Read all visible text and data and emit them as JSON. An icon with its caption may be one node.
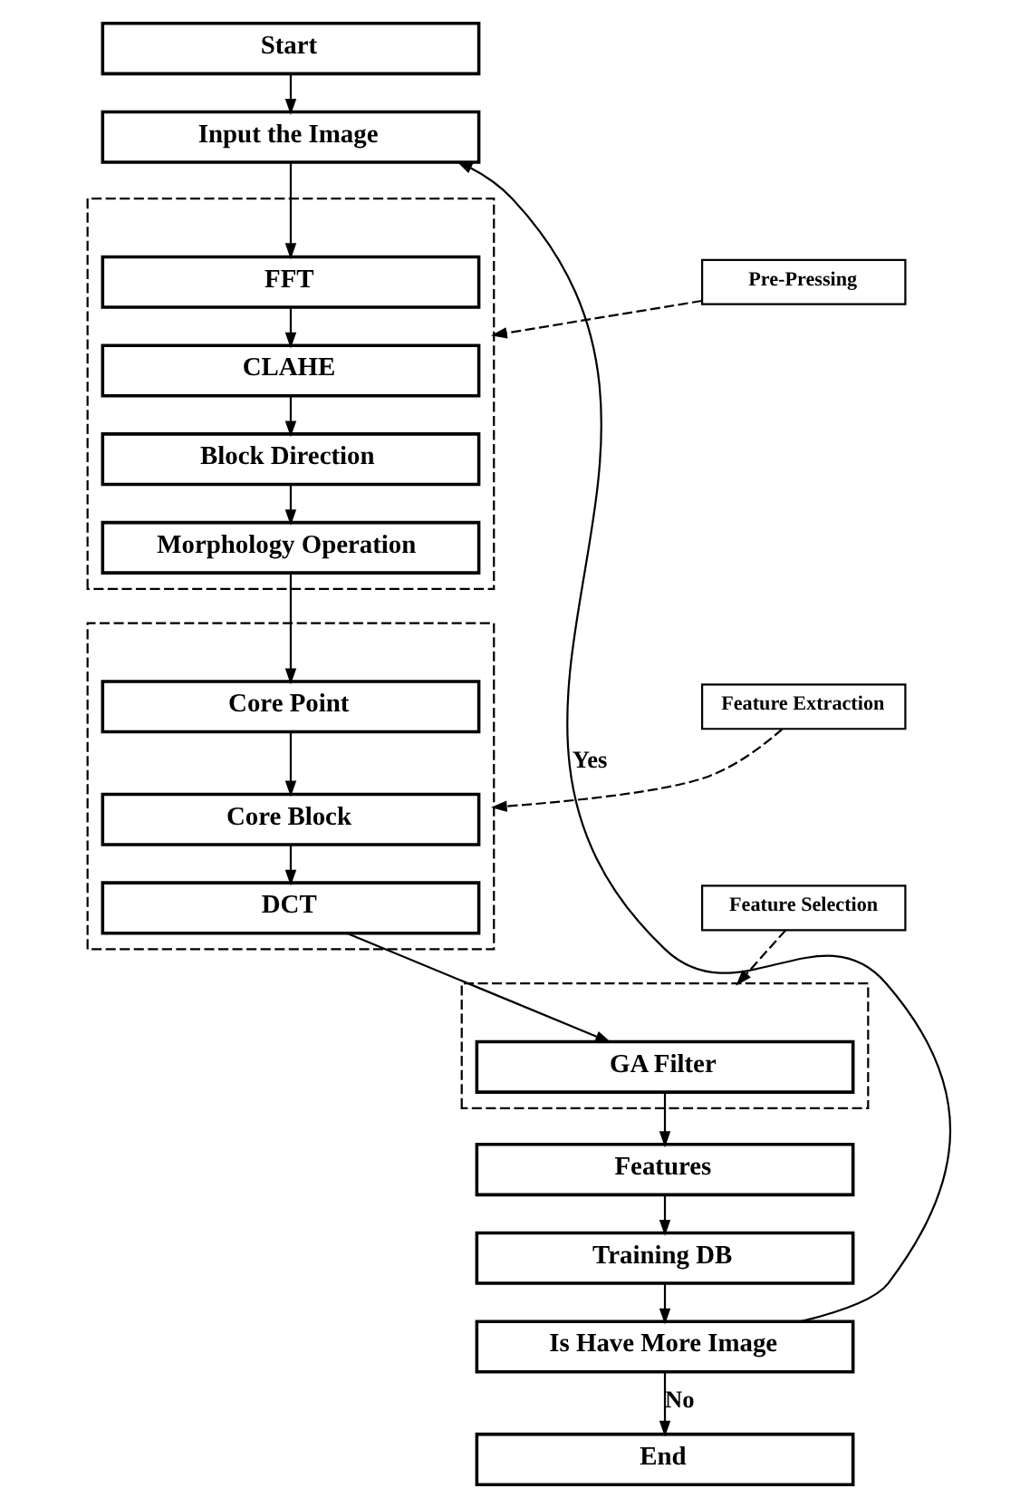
{
  "diagram": {
    "nodes": [
      {
        "text": [
          "Start"
        ]
      },
      {
        "text": [
          "Input the Image"
        ]
      },
      {
        "text": [],
        "shape": "box"
      },
      {
        "text": [
          "FFT"
        ],
        "in": 2
      },
      {
        "text": [
          "CLAHE"
        ],
        "in": 2
      },
      {
        "text": [
          "Block Direction"
        ],
        "in": 2
      },
      {
        "text": [
          "Morphology Operation"
        ],
        "in": 2
      },
      {
        "text": [
          "Pre-Pressing"
        ]
      },
      {
        "text": [],
        "shape": "box"
      },
      {
        "text": [
          "Core Point"
        ],
        "in": 8
      },
      {
        "text": [
          "Core Block"
        ],
        "in": 8
      },
      {
        "text": [
          "DCT"
        ],
        "in": 8
      },
      {
        "text": [
          "Feature Extraction"
        ]
      },
      {
        "text": [
          "Feature Selection"
        ]
      },
      {
        "text": [],
        "shape": "box"
      },
      {
        "text": [
          "GA Filter"
        ],
        "in": 14
      },
      {
        "text": [
          "Features"
        ]
      },
      {
        "text": [
          "Training DB"
        ]
      },
      {
        "text": [
          "Is Have More Image"
        ]
      },
      {
        "text": [
          "End"
        ]
      }
    ],
    "edges": [
      {
        "from": 0,
        "to": 1,
        "arrow": "to"
      },
      {
        "from": 1,
        "to": 3,
        "arrow": "to"
      },
      {
        "from": 3,
        "to": 4,
        "arrow": "to"
      },
      {
        "from": 4,
        "to": 5,
        "arrow": "to"
      },
      {
        "from": 5,
        "to": 6,
        "arrow": "to"
      },
      {
        "from": 7,
        "to": 2,
        "arrow": "to",
        "style": "dashed"
      },
      {
        "from": 6,
        "to": 9,
        "arrow": "to"
      },
      {
        "from": 9,
        "to": 10,
        "arrow": "to"
      },
      {
        "from": 10,
        "to": 11,
        "arrow": "to"
      },
      {
        "from": 12,
        "to": 8,
        "arrow": "to",
        "style": "dashed"
      },
      {
        "from": 11,
        "to": 15,
        "arrow": "to"
      },
      {
        "from": 13,
        "to": 14,
        "arrow": "to",
        "style": "dashed"
      },
      {
        "from": 15,
        "to": 16,
        "arrow": "to"
      },
      {
        "from": 16,
        "to": 17,
        "arrow": "to"
      },
      {
        "from": 17,
        "to": 18,
        "arrow": "to"
      },
      {
        "from": 18,
        "to": 19,
        "arrow": "to",
        "label": "No"
      },
      {
        "from": 18,
        "to": 1,
        "arrow": "to",
        "label": "Yes"
      }
    ]
  }
}
